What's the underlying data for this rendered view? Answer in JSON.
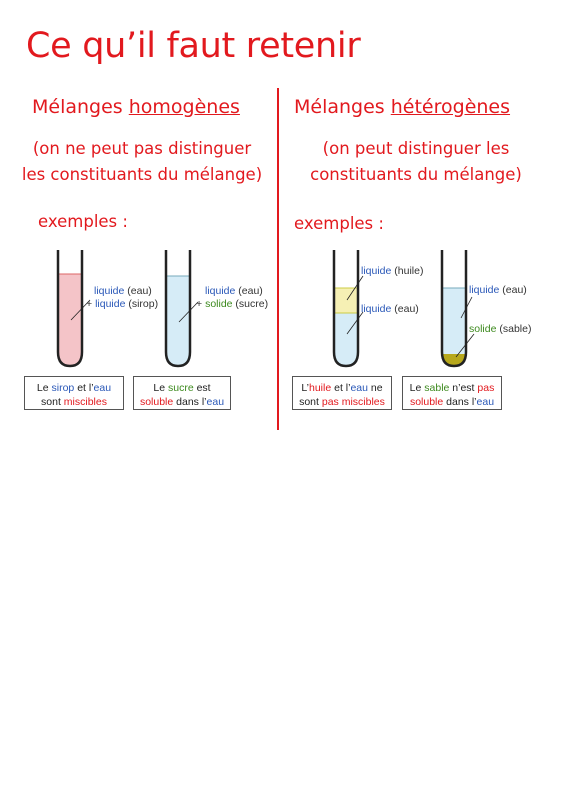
{
  "title": "Ce qu’il faut retenir",
  "homogene": {
    "heading_prefix": "Mélanges ",
    "heading_word": "homogènes",
    "sub_line1": "(on ne peut pas distinguer",
    "sub_line2": "les constituants du mélange)",
    "examples_label": "exemples :",
    "tube1": {
      "label1_blue": "liquide",
      "label1_rest": " (eau)",
      "label2_plus": "+ ",
      "label2_blue": "liquide",
      "label2_rest": " (sirop)",
      "caption_a": "Le ",
      "caption_b": "sirop",
      "caption_c": " et l’",
      "caption_d": "eau",
      "caption_line2_a": "sont ",
      "caption_line2_b": "miscibles"
    },
    "tube2": {
      "label1_blue": "liquide",
      "label1_rest": " (eau)",
      "label2_plus": "+ ",
      "label2_green": "solide",
      "label2_rest": " (sucre)",
      "caption_a": "Le ",
      "caption_b": "sucre",
      "caption_c": " est",
      "caption_line2_a": "soluble",
      "caption_line2_b": " dans l’",
      "caption_line2_c": "eau"
    }
  },
  "heterogene": {
    "heading_prefix": "Mélanges ",
    "heading_word": "hétérogènes",
    "sub_line1": "(on peut distinguer les",
    "sub_line2": "constituants du mélange)",
    "examples_label": "exemples :",
    "tube3": {
      "label1_blue": "liquide",
      "label1_rest": " (huile)",
      "label2_blue": "liquide",
      "label2_rest": " (eau)",
      "caption_a": "L’",
      "caption_b": "huile",
      "caption_c": " et l’",
      "caption_d": "eau",
      "caption_e": " ne",
      "caption_line2_a": "sont ",
      "caption_line2_b": "pas miscibles"
    },
    "tube4": {
      "label1_blue": "liquide",
      "label1_rest": " (eau)",
      "label2_green": "solide",
      "label2_rest": " (sable)",
      "caption_a": "Le ",
      "caption_b": "sable",
      "caption_c": " n’est ",
      "caption_d": "pas",
      "caption_line2_a": "soluble",
      "caption_line2_b": " dans l’",
      "caption_line2_c": "eau"
    }
  },
  "colors": {
    "accent_red": "#e2191e",
    "text_blue": "#2a58b8",
    "text_green": "#3d8a1e",
    "sirop_pink": "#f4c4c8",
    "water_blue": "#d6ecf7",
    "oil_yellow": "#f6f0b4",
    "sand": "#b7a81c"
  }
}
